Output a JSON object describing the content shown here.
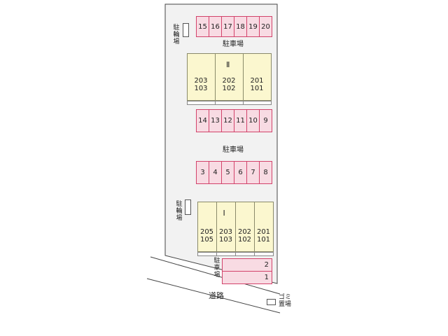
{
  "labels": {
    "parking": "駐車場",
    "bicycle": "駐輪場",
    "road": "道路",
    "garbage": "ゴミ置場",
    "parking_vertical": "駐車場"
  },
  "buildings": [
    {
      "roman": "Ⅱ",
      "units": [
        {
          "top": "203",
          "bottom": "103"
        },
        {
          "top": "202",
          "bottom": "102"
        },
        {
          "top": "201",
          "bottom": "101"
        }
      ]
    },
    {
      "roman": "Ⅰ",
      "units": [
        {
          "top": "205",
          "bottom": "105"
        },
        {
          "top": "203",
          "bottom": "103"
        },
        {
          "top": "202",
          "bottom": "102"
        },
        {
          "top": "201",
          "bottom": "101"
        }
      ]
    }
  ],
  "parking_rows": {
    "top": [
      "15",
      "16",
      "17",
      "18",
      "19",
      "20"
    ],
    "middle": [
      "14",
      "13",
      "12",
      "11",
      "10",
      "9"
    ],
    "lower": [
      "3",
      "4",
      "5",
      "6",
      "7",
      "8"
    ],
    "bottom": [
      "2",
      "1"
    ]
  },
  "colors": {
    "parking_fill": "#f8dbe3",
    "parking_border": "#d2436b",
    "building_fill": "#fbf7cf",
    "lot_fill": "#f2f2f2"
  }
}
